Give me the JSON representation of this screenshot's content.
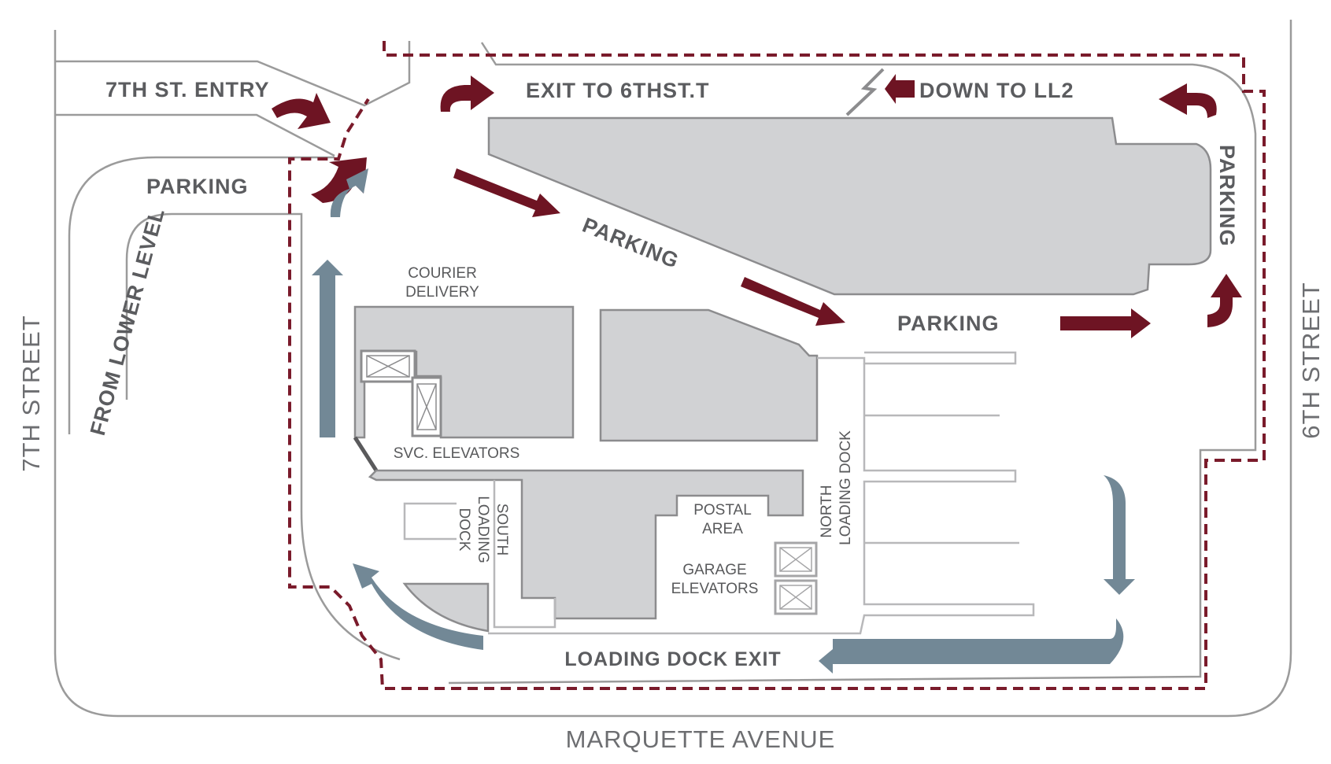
{
  "streets": {
    "west": "7TH STREET",
    "east": "6TH STREET",
    "south": "MARQUETTE AVENUE"
  },
  "route_labels": {
    "entry": "7TH ST. ENTRY",
    "exit_6th": "EXIT TO 6THST.T",
    "down_ll2": "DOWN TO LL2",
    "from_lower_level": "FROM LOWER LEVEL",
    "parking_west": "PARKING",
    "parking_diagonal": "PARKING",
    "parking_center": "PARKING",
    "parking_east": "PARKING",
    "loading_dock_exit": "LOADING DOCK EXIT"
  },
  "area_labels": {
    "courier_line1": "COURIER",
    "courier_line2": "DELIVERY",
    "svc_elevators": "SVC. ELEVATORS",
    "postal_line1": "POSTAL",
    "postal_line2": "AREA",
    "garage_line1": "GARAGE",
    "garage_line2": "ELEVATORS",
    "north_dock_line1": "NORTH",
    "north_dock_line2": "LOADING DOCK",
    "south_dock_line1": "SOUTH",
    "south_dock_line2": "LOADING",
    "south_dock_line3": "DOCK"
  },
  "colors": {
    "inbound_arrow": "#6e1423",
    "outbound_arrow": "#728896",
    "boundary_dashed": "#7a1b2b",
    "building_fill": "#d1d2d4"
  }
}
